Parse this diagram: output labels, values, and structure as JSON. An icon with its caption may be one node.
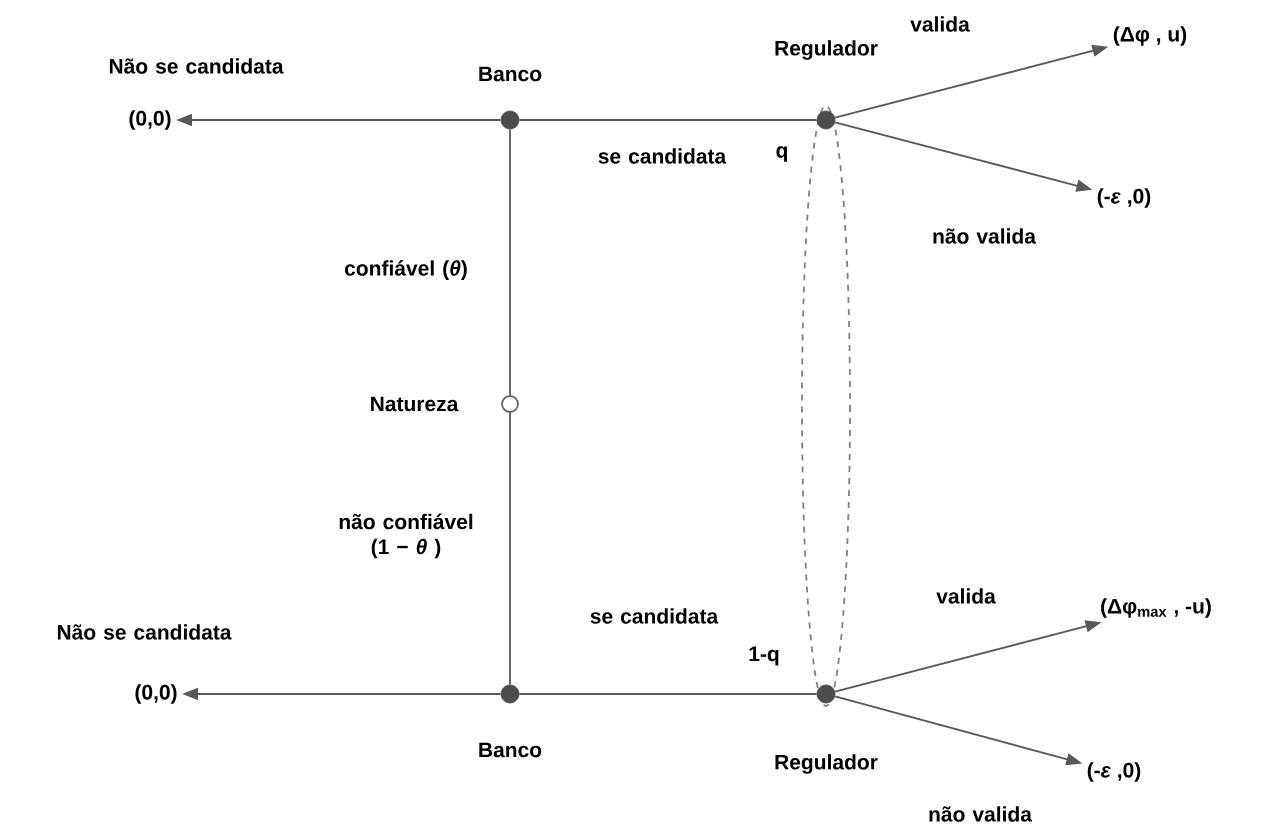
{
  "diagram": {
    "nodes": [
      {
        "text": [],
        "shape": "circle",
        "beside": [
          "Natureza"
        ]
      },
      {
        "text": [],
        "shape": "dot",
        "beside": [
          "Banco"
        ]
      },
      {
        "text": [],
        "shape": "dot",
        "beside": [
          "Banco"
        ]
      },
      {
        "text": [],
        "shape": "dot",
        "beside": [
          "Regulador",
          "q"
        ]
      },
      {
        "text": [],
        "shape": "dot",
        "beside": [
          "Regulador",
          "1-q"
        ]
      },
      {
        "text": [
          "(0,0)"
        ]
      },
      {
        "text": [
          "(Δφ , u)"
        ]
      },
      {
        "text": [
          "(-*ε* ,0)"
        ]
      },
      {
        "text": [
          "(0,0)"
        ]
      },
      {
        "text": [
          "(Δφ$_{max}$ , -u)"
        ]
      },
      {
        "text": [
          "(-*ε* ,0)"
        ]
      }
    ],
    "edges": [
      {
        "from": 0,
        "to": 1,
        "arrow": "none",
        "label": "confiável (*θ*)"
      },
      {
        "from": 0,
        "to": 2,
        "arrow": "none",
        "label": "não confiável (1 − *θ* )"
      },
      {
        "from": 1,
        "to": 5,
        "arrow": "to",
        "label": "Não se candidata"
      },
      {
        "from": 1,
        "to": 3,
        "arrow": "none",
        "label": "se candidata"
      },
      {
        "from": 3,
        "to": 6,
        "arrow": "to",
        "label": "valida"
      },
      {
        "from": 3,
        "to": 7,
        "arrow": "to",
        "label": "não valida"
      },
      {
        "from": 2,
        "to": 8,
        "arrow": "to",
        "label": "Não se candidata"
      },
      {
        "from": 2,
        "to": 4,
        "arrow": "none",
        "label": "se candidata"
      },
      {
        "from": 4,
        "to": 9,
        "arrow": "to",
        "label": "valida"
      },
      {
        "from": 4,
        "to": 10,
        "arrow": "to",
        "label": "não valida"
      }
    ]
  }
}
